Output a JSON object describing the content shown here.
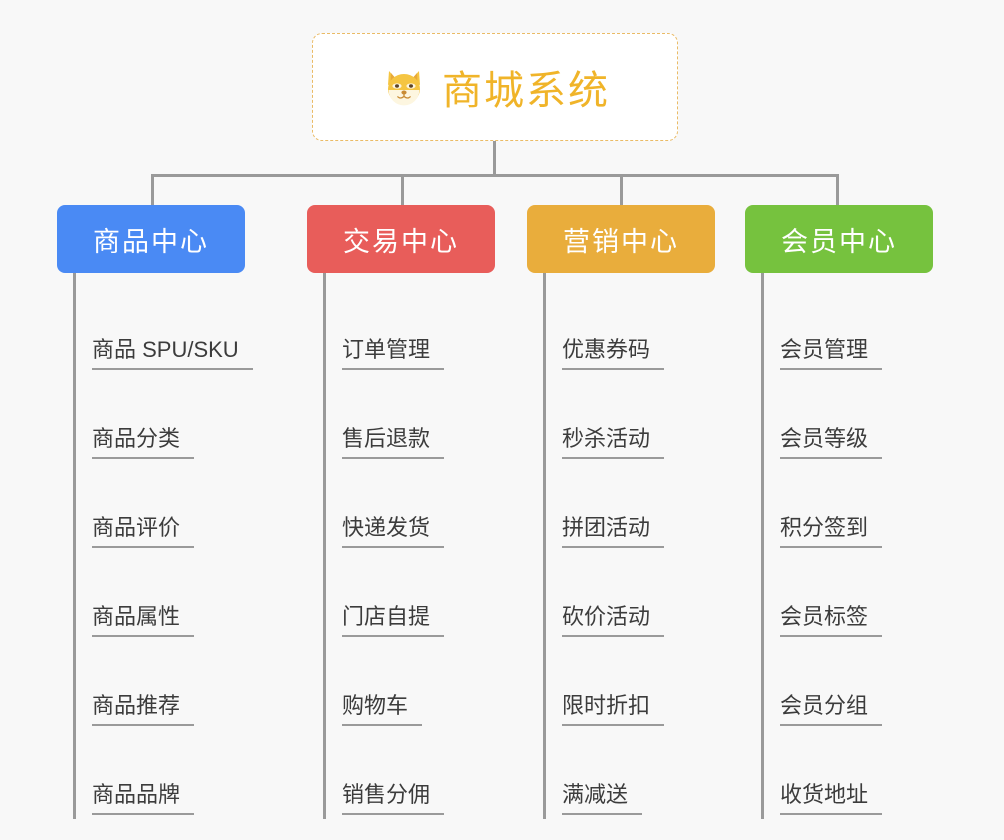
{
  "root": {
    "title": "商城系统",
    "icon": "dog-face-icon",
    "accent_color": "#f0b429",
    "border_color": "#eabb66",
    "background": "#ffffff"
  },
  "canvas": {
    "background": "#f8f8f8",
    "line_color": "#9a9a9a"
  },
  "branches": [
    {
      "label": "商品中心",
      "color": "#4a8af4",
      "items": [
        "商品 SPU/SKU",
        "商品分类",
        "商品评价",
        "商品属性",
        "商品推荐",
        "商品品牌"
      ]
    },
    {
      "label": "交易中心",
      "color": "#e85d5a",
      "items": [
        "订单管理",
        "售后退款",
        "快递发货",
        "门店自提",
        "购物车",
        "销售分佣"
      ]
    },
    {
      "label": "营销中心",
      "color": "#e9ad3c",
      "items": [
        "优惠券码",
        "秒杀活动",
        "拼团活动",
        "砍价活动",
        "限时折扣",
        "满减送"
      ]
    },
    {
      "label": "会员中心",
      "color": "#76c23e",
      "items": [
        "会员管理",
        "会员等级",
        "积分签到",
        "会员标签",
        "会员分组",
        "收货地址"
      ]
    }
  ]
}
